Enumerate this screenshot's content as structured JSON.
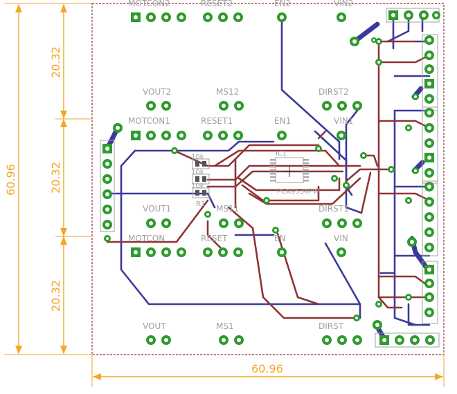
{
  "dimensions": {
    "left_total": "60.96",
    "left_seg1": "20.32",
    "left_seg2": "20.32",
    "left_seg3": "20.32",
    "bottom_total": "60.96"
  },
  "labels": {
    "motcon2": "MOTCON2",
    "reset2": "RESET2",
    "en2": "EN2",
    "vin2": "VIN2",
    "vout2": "VOUT2",
    "ms12": "MS12",
    "dirst2": "DIRST2",
    "motcon1": "MOTCON1",
    "reset1": "RESET1",
    "en1": "EN1",
    "vin1": "VIN1",
    "vout1": "VOUT1",
    "ms11": "MS11",
    "dirst1": "DIRST1",
    "motcon": "MOTCON",
    "reset": "RESET",
    "en": "EN",
    "vin": "VIN",
    "vout": "VOUT",
    "ms1": "MS1",
    "dirst": "DIRST",
    "ic1": "IC1",
    "ic1_part": "PCA9534PW",
    "r_top": "10k",
    "r_mid": "10k",
    "r_bot": "10k",
    "r_ref": "R1"
  },
  "colors": {
    "outline": "#8e3434",
    "copper_top": "#8e3434",
    "copper_bottom": "#3a3a9c",
    "pad": "#2e9b2e",
    "dimension": "#f5a623",
    "label": "#a0a0a0"
  }
}
